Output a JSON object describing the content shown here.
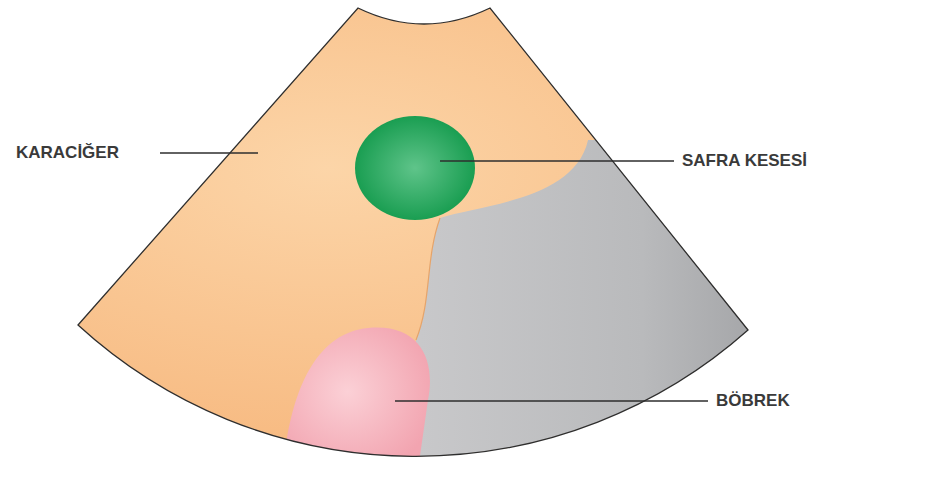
{
  "diagram": {
    "labels": [
      "KARACİĞER",
      "SAFRA KESESİ",
      "BÖBREK"
    ]
  }
}
